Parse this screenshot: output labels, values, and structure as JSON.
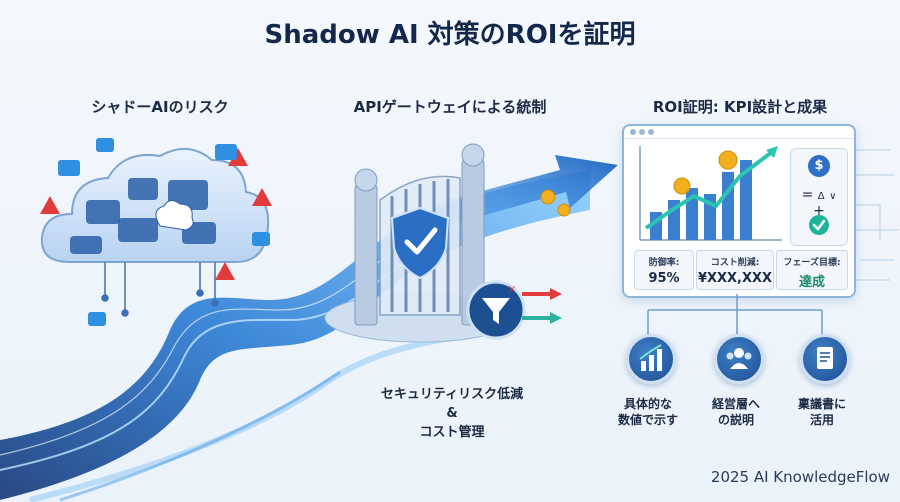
{
  "title": "Shadow AI 対策のROIを証明",
  "sections": {
    "left": {
      "heading": "シャドーAIのリスク"
    },
    "middle": {
      "heading": "APIゲートウェイによる統制",
      "caption_line1": "セキュリティリスク低減",
      "caption_line2": "&",
      "caption_line3": "コスト管理"
    },
    "right": {
      "heading": "ROI証明: KPI設計と成果"
    }
  },
  "dashboard": {
    "kpis": [
      {
        "label": "防御率:",
        "value": "95%"
      },
      {
        "label": "コスト削減:",
        "value": "¥XXX,XXX"
      },
      {
        "label": "フェーズ目標:",
        "value": "達成"
      }
    ],
    "formula_symbols": {
      "dollar": "$",
      "equals": "=",
      "delta": "Δ",
      "check": "∨",
      "plus": "+"
    }
  },
  "outcomes": [
    {
      "line1": "具体的な",
      "line2": "数値で示す",
      "icon": "bar-chart-icon"
    },
    {
      "line1": "経営層へ",
      "line2": "の説明",
      "icon": "people-icon"
    },
    {
      "line1": "稟議書に",
      "line2": "活用",
      "icon": "document-icon"
    }
  ],
  "footer": "2025 AI KnowledgeFlow",
  "colors": {
    "primary": "#1d4f93",
    "accent": "#2f8fe0",
    "warning": "#e23b3b",
    "success": "#1d8a6a",
    "gold": "#f2b01e"
  }
}
